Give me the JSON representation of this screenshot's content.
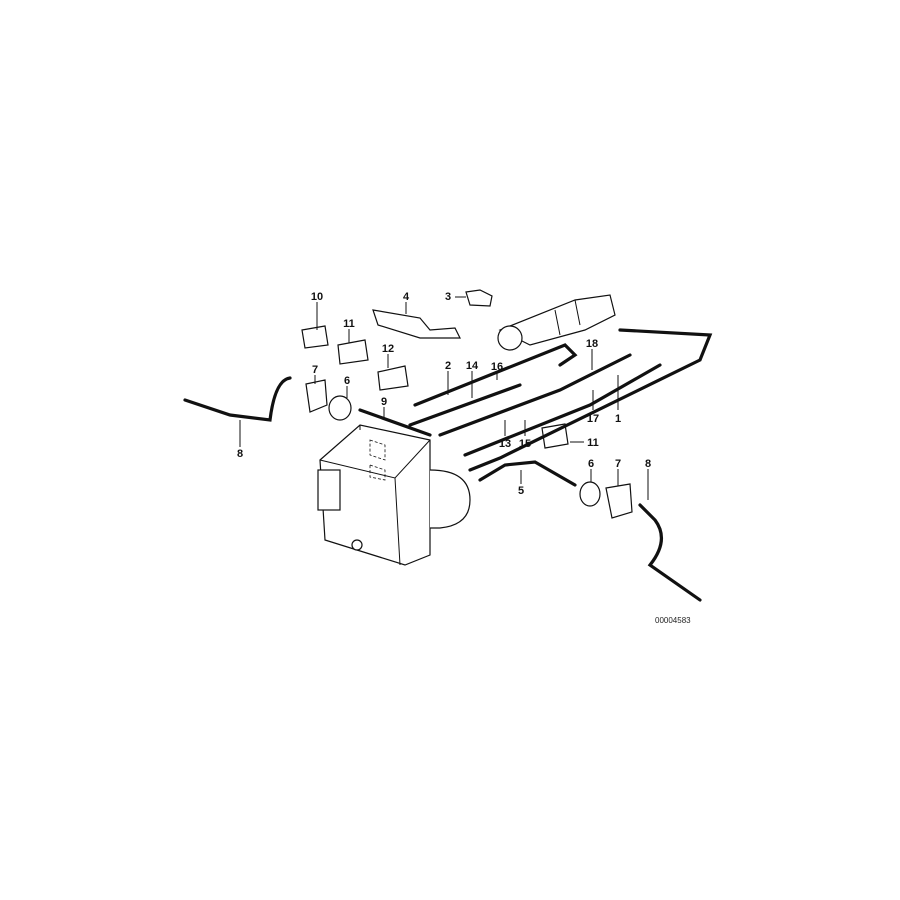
{
  "diagram_id": "00004583",
  "callouts": [
    "10",
    "11",
    "12",
    "4",
    "3",
    "7",
    "6",
    "9",
    "2",
    "14",
    "16",
    "18",
    "17",
    "1",
    "13",
    "15",
    "11",
    "8",
    "5",
    "6",
    "7",
    "8"
  ]
}
